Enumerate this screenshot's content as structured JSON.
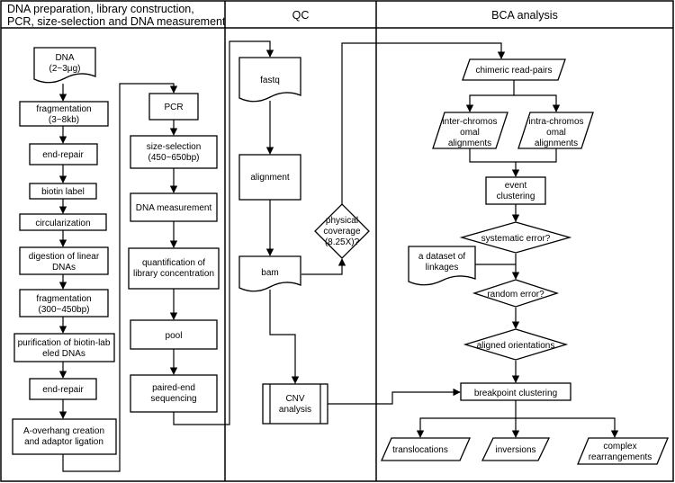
{
  "sections": {
    "prep": {
      "title_lines": [
        "DNA preparation, library construction,",
        "PCR, size-selection and DNA measurement"
      ]
    },
    "qc": {
      "title": "QC"
    },
    "bca": {
      "title": "BCA analysis"
    }
  },
  "nodes": {
    "dna": [
      "DNA",
      "(2~3μg)"
    ],
    "fragmentation1": [
      "fragmentation",
      "(3~8kb)"
    ],
    "end_repair1": [
      "end-repair"
    ],
    "biotin_label": [
      "biotin label"
    ],
    "circularization": [
      "circularization"
    ],
    "digestion": [
      "digestion of linear",
      "DNAs"
    ],
    "fragmentation2": [
      "fragmentation",
      "(300~450bp)"
    ],
    "purification": [
      "purification of biotin-lab",
      "eled DNAs"
    ],
    "end_repair2": [
      "end-repair"
    ],
    "a_overhang": [
      "A-overhang creation",
      "and adaptor ligation"
    ],
    "pcr": [
      "PCR"
    ],
    "size_selection": [
      "size-selection",
      "(450~650bp)"
    ],
    "dna_measurement": [
      "DNA measurement"
    ],
    "quantification": [
      "quantification of",
      "library concentration"
    ],
    "pool": [
      "pool"
    ],
    "paired_end": [
      "paired-end",
      "sequencing"
    ],
    "fastq": [
      "fastq"
    ],
    "alignment": [
      "alignment"
    ],
    "bam": [
      "bam"
    ],
    "physical_coverage": [
      "physical",
      "coverage",
      "(8.25X)?"
    ],
    "cnv": [
      "CNV",
      "analysis"
    ],
    "chimeric": [
      "chimeric read-pairs"
    ],
    "inter": [
      "inter-chromos",
      "omal",
      "alignments"
    ],
    "intra": [
      "intra-chromos",
      "omal",
      "alignments"
    ],
    "event_clustering": [
      "event",
      "clustering"
    ],
    "systematic_error": [
      "systematic error?"
    ],
    "dataset": [
      "a dataset of",
      "linkages"
    ],
    "random_error": [
      "random error?"
    ],
    "aligned_orientations": [
      "aligned orientations"
    ],
    "breakpoint": [
      "breakpoint clustering"
    ],
    "translocations": [
      "translocations"
    ],
    "inversions": [
      "inversions"
    ],
    "complex": [
      "complex",
      "rearrangements"
    ]
  }
}
